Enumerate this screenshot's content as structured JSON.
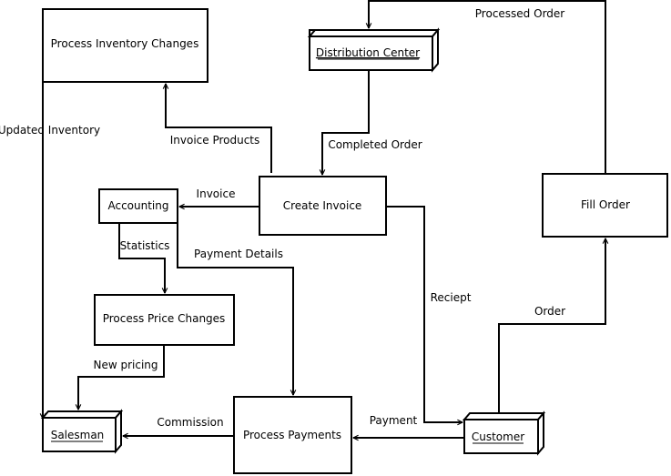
{
  "nodes": {
    "process_inventory_changes": "Process Inventory Changes",
    "distribution_center": "Distribution Center",
    "accounting": "Accounting",
    "create_invoice": "Create Invoice",
    "fill_order": "Fill Order",
    "process_price_changes": "Process Price Changes",
    "process_payments": "Process Payments",
    "salesman": "Salesman",
    "customer": "Customer"
  },
  "edges": {
    "processed_order": "Processed Order",
    "updated_inventory": "Updated Inventory",
    "invoice_products": "Invoice Products",
    "completed_order": "Completed Order",
    "invoice": "Invoice",
    "statistics": "Statistics",
    "payment_details": "Payment Details",
    "reciept": "Reciept",
    "order": "Order",
    "new_pricing": "New pricing",
    "commission": "Commission",
    "payment": "Payment"
  }
}
